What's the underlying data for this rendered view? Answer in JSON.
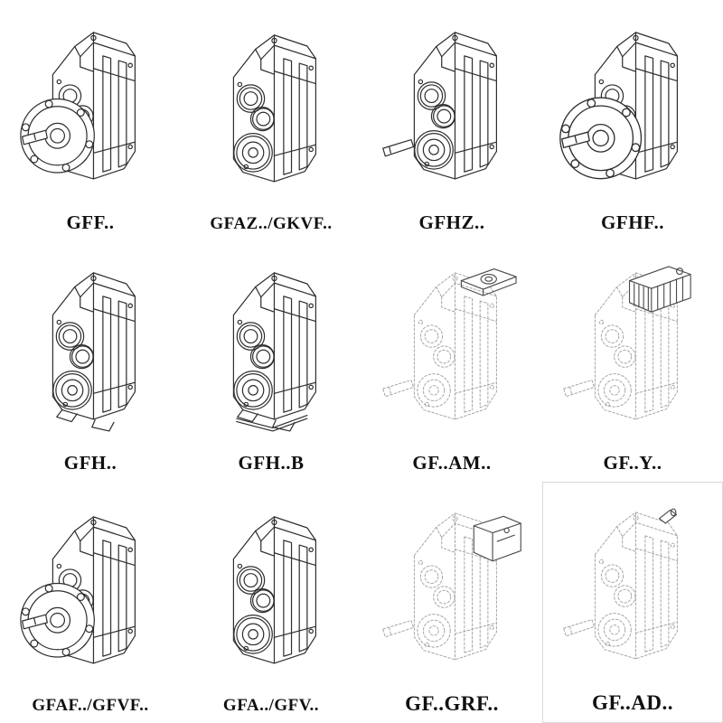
{
  "page": {
    "background": "#ffffff",
    "ink_color": "#2f2f2f",
    "ghost_ink_color": "#a6a6a6"
  },
  "catalog": {
    "rows": 3,
    "cols": 4,
    "items": [
      {
        "label": "GFF..",
        "drawing": "flange-output-gearbox-drawing",
        "line_style": "solid"
      },
      {
        "label": "GFAZ../GKVF..",
        "drawing": "shaft-mounted-gearbox-drawing",
        "line_style": "solid"
      },
      {
        "label": "GFHZ..",
        "drawing": "hollow-shaft-gearbox-drawing",
        "line_style": "solid"
      },
      {
        "label": "GFHF..",
        "drawing": "flange-mounted-gearbox-drawing",
        "line_style": "solid"
      },
      {
        "label": "GFH..",
        "drawing": "foot-mounted-gearbox-drawing",
        "line_style": "solid"
      },
      {
        "label": "GFH..B",
        "drawing": "foot-mounted-base-gearbox-drawing",
        "line_style": "solid"
      },
      {
        "label": "GF..AM..",
        "drawing": "iec-adapter-flange-gearbox-drawing",
        "line_style": "dashed"
      },
      {
        "label": "GF..Y..",
        "drawing": "motor-mounted-gearbox-drawing",
        "line_style": "dashed"
      },
      {
        "label": "GFAF../GFVF..",
        "drawing": "flange-output-gearbox-drawing",
        "line_style": "solid"
      },
      {
        "label": "GFA../GFV..",
        "drawing": "shaft-mounted-gearbox-drawing",
        "line_style": "solid"
      },
      {
        "label": "GF..GRF..",
        "drawing": "adapter-housing-gearbox-drawing",
        "line_style": "dashed"
      },
      {
        "label": "GF..AD..",
        "drawing": "input-shaft-adapter-gearbox-drawing",
        "line_style": "dashed"
      }
    ]
  }
}
